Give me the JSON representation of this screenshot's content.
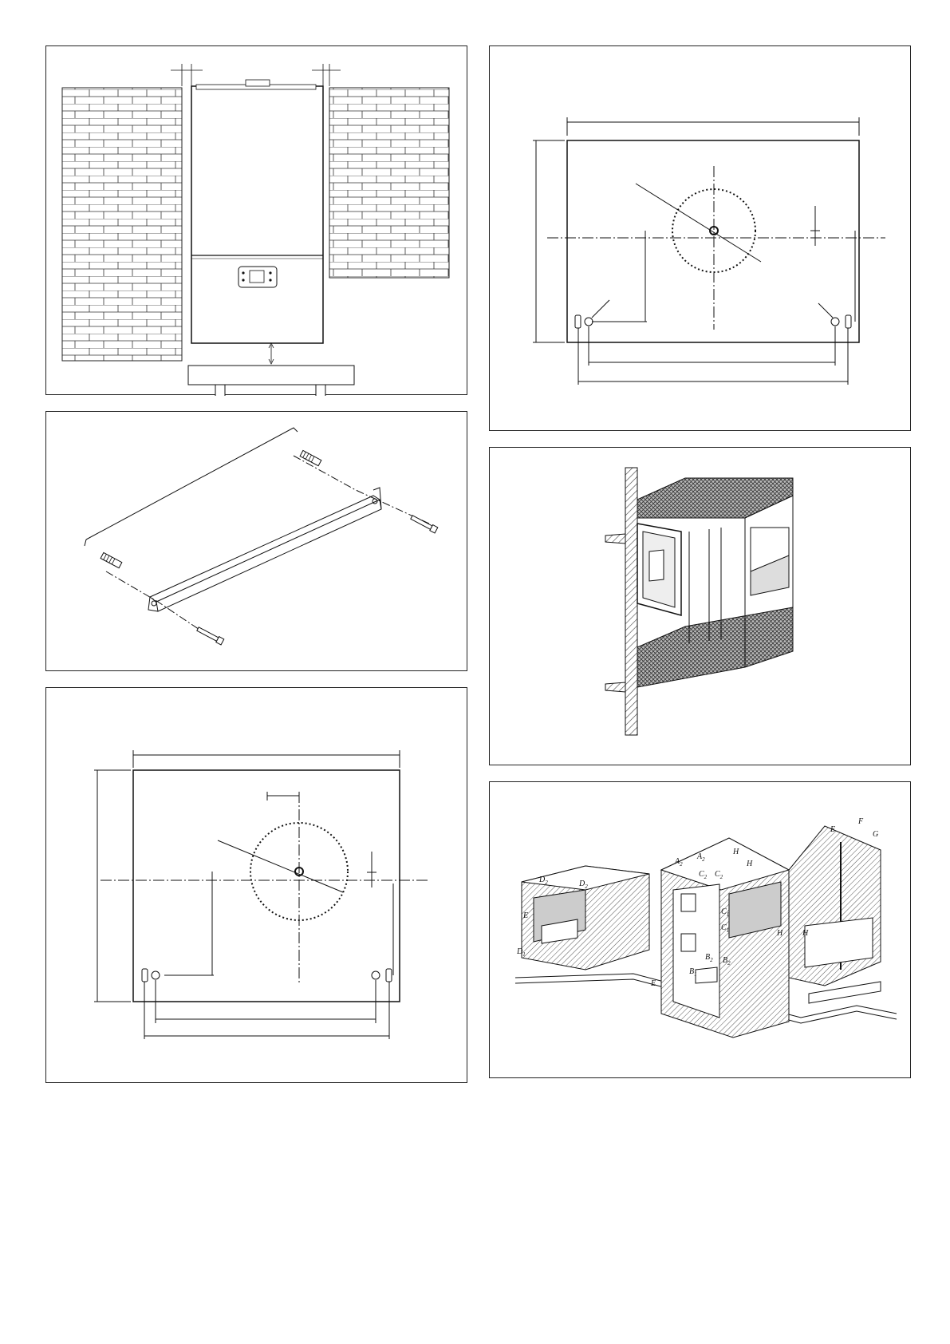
{
  "figure": {
    "facade_labels": [
      {
        "id": "D",
        "sub": "2"
      },
      {
        "id": "D",
        "sub": "2"
      },
      {
        "id": "E",
        "sub": ""
      },
      {
        "id": "D",
        "sub": "1"
      },
      {
        "id": "A",
        "sub": "2"
      },
      {
        "id": "A",
        "sub": "2"
      },
      {
        "id": "C",
        "sub": "2"
      },
      {
        "id": "C",
        "sub": "2"
      },
      {
        "id": "C",
        "sub": "1"
      },
      {
        "id": "C",
        "sub": "1"
      },
      {
        "id": "B",
        "sub": "2"
      },
      {
        "id": "B",
        "sub": "2"
      },
      {
        "id": "B",
        "sub": "1"
      },
      {
        "id": "E",
        "sub": ""
      },
      {
        "id": "H",
        "sub": ""
      },
      {
        "id": "H",
        "sub": ""
      },
      {
        "id": "H",
        "sub": ""
      },
      {
        "id": "H",
        "sub": ""
      },
      {
        "id": "E",
        "sub": ""
      },
      {
        "id": "F",
        "sub": ""
      },
      {
        "id": "G",
        "sub": ""
      }
    ]
  },
  "colors": {
    "line": "#222222",
    "hatch": "#555555",
    "shade": "#d0d0d0"
  }
}
